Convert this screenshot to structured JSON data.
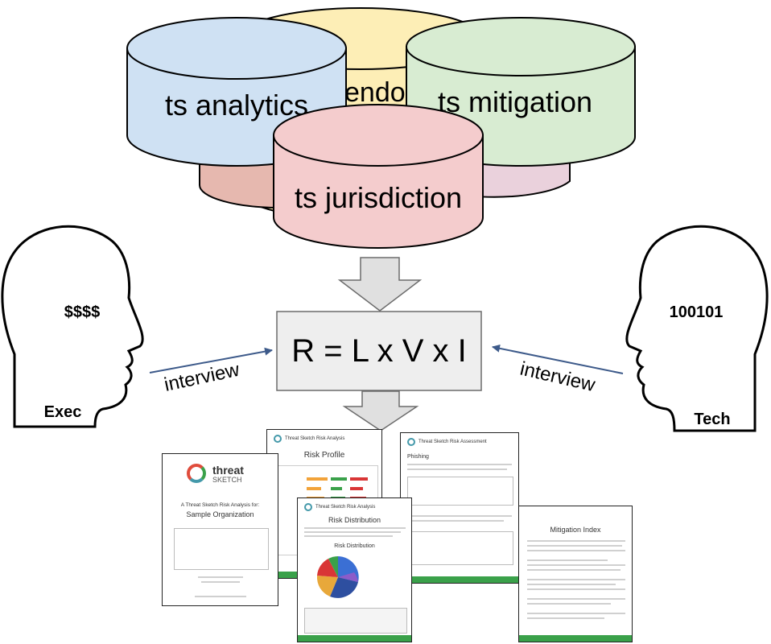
{
  "cylinders": {
    "back": "endo",
    "left": "ts analytics",
    "right": "ts mitigation",
    "front": "ts jurisdiction"
  },
  "formula": "R = L x V x I",
  "exec": {
    "thought": "$$$$",
    "label": "Exec",
    "edge": "interview"
  },
  "tech": {
    "thought": "100101",
    "label": "Tech",
    "edge": "interview"
  },
  "docs": {
    "cover": {
      "brand1": "threat",
      "brand2": "SKETCH",
      "title1": "A Threat Sketch Risk Analysis for:",
      "title2": "Sample Organization"
    },
    "profile": {
      "header": "Threat Sketch Risk Analysis",
      "title": "Risk Profile"
    },
    "phishing": {
      "header": "Threat Sketch Risk Assessment",
      "title": "Phishing"
    },
    "distribution": {
      "header": "Threat Sketch Risk Analysis",
      "title": "Risk Distribution",
      "chart_title": "Risk Distribution"
    },
    "mitigation": {
      "title": "Mitigation Index"
    }
  },
  "colors": {
    "yellow": "#fdeeb6",
    "blue": "#cfe1f3",
    "green": "#d8ecd2",
    "red": "#f4cccd",
    "red_dark": "#e6b8af",
    "pink": "#ead1dc",
    "box": "#eeeeee"
  }
}
